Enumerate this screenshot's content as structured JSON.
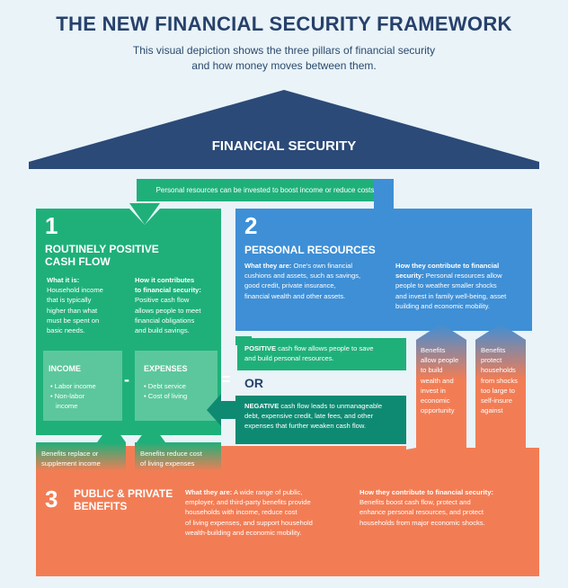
{
  "header": {
    "title": "THE NEW FINANCIAL SECURITY FRAMEWORK",
    "subtitle_line1": "This visual depiction shows the three pillars of financial security",
    "subtitle_line2": "and how money moves between them."
  },
  "roof": {
    "label": "FINANCIAL SECURITY"
  },
  "top_banner": "Personal resources can be invested to boost income or reduce costs",
  "pillar1": {
    "number": "1",
    "title_line1": "ROUTINELY POSITIVE",
    "title_line2": "CASH FLOW",
    "what_label": "What it is:",
    "what_text": [
      "Household income",
      "that is typically",
      "higher than what",
      "must be spent on",
      "basic needs."
    ],
    "how_label1": "How it contributes",
    "how_label2": "to financial security:",
    "how_text": [
      "Positive cash flow",
      "allows people to meet",
      "financial obligations",
      "and build savings."
    ],
    "income_title": "INCOME",
    "income_items": [
      "• Labor income",
      "• Non-labor",
      "income"
    ],
    "minus": "-",
    "expenses_title": "EXPENSES",
    "expense_items": [
      "• Debt service",
      "• Cost of living"
    ],
    "equals": "="
  },
  "pillar2": {
    "number": "2",
    "title": "PERSONAL RESOURCES",
    "what_label": "What they are:",
    "what_text": [
      "One's own financial",
      "cushions and assets, such as savings,",
      "good credit, private insurance,",
      "financial wealth and other assets."
    ],
    "how_label": "How they contribute to financial",
    "how_label2": "security:",
    "how_text": [
      "Personal resources allow",
      "people to weather smaller shocks",
      "and invest in family well-being, asset",
      "building and economic mobility."
    ]
  },
  "cashflow": {
    "positive_bold": "POSITIVE",
    "positive_rest1": " cash flow allows people to save",
    "positive_rest2": "and build personal resources.",
    "or": "OR",
    "negative_bold": "NEGATIVE",
    "negative_rest1": " cash flow leads to unmanageable",
    "negative_rest2": "debt, expensive credit, late fees, and other",
    "negative_rest3": "expenses that further weaken cash flow."
  },
  "benefits_arrows": {
    "left": [
      "Benefits",
      "allow people",
      "to build",
      "wealth and",
      "invest in",
      "economic",
      "opportunity"
    ],
    "right": [
      "Benefits",
      "protect",
      "households",
      "from shocks",
      "too large to",
      "self-insure",
      "against"
    ]
  },
  "bottom_banners": {
    "left": [
      "Benefits replace or",
      "supplement income"
    ],
    "right": [
      "Benefits reduce cost",
      "of living expenses"
    ]
  },
  "pillar3": {
    "number": "3",
    "title_line1": "PUBLIC & PRIVATE",
    "title_line2": "BENEFITS",
    "what_label": "What they are:",
    "what_text": [
      "A wide range of public,",
      "employer, and third-party benefits provide",
      "households with income, reduce cost",
      "of living expenses, and support household",
      "wealth-building and economic mobility."
    ],
    "how_label": "How they contribute to financial security:",
    "how_text": [
      "Benefits boost cash flow, protect and",
      "enhance personal resources, and protect",
      "households from major economic shocks."
    ]
  },
  "colors": {
    "navy": "#27416b",
    "green": "#1fb07a",
    "green_light": "#5cc79c",
    "blue": "#3e8fd6",
    "teal": "#0f8a72",
    "orange": "#f27d55",
    "roof": "#2b4a78"
  }
}
